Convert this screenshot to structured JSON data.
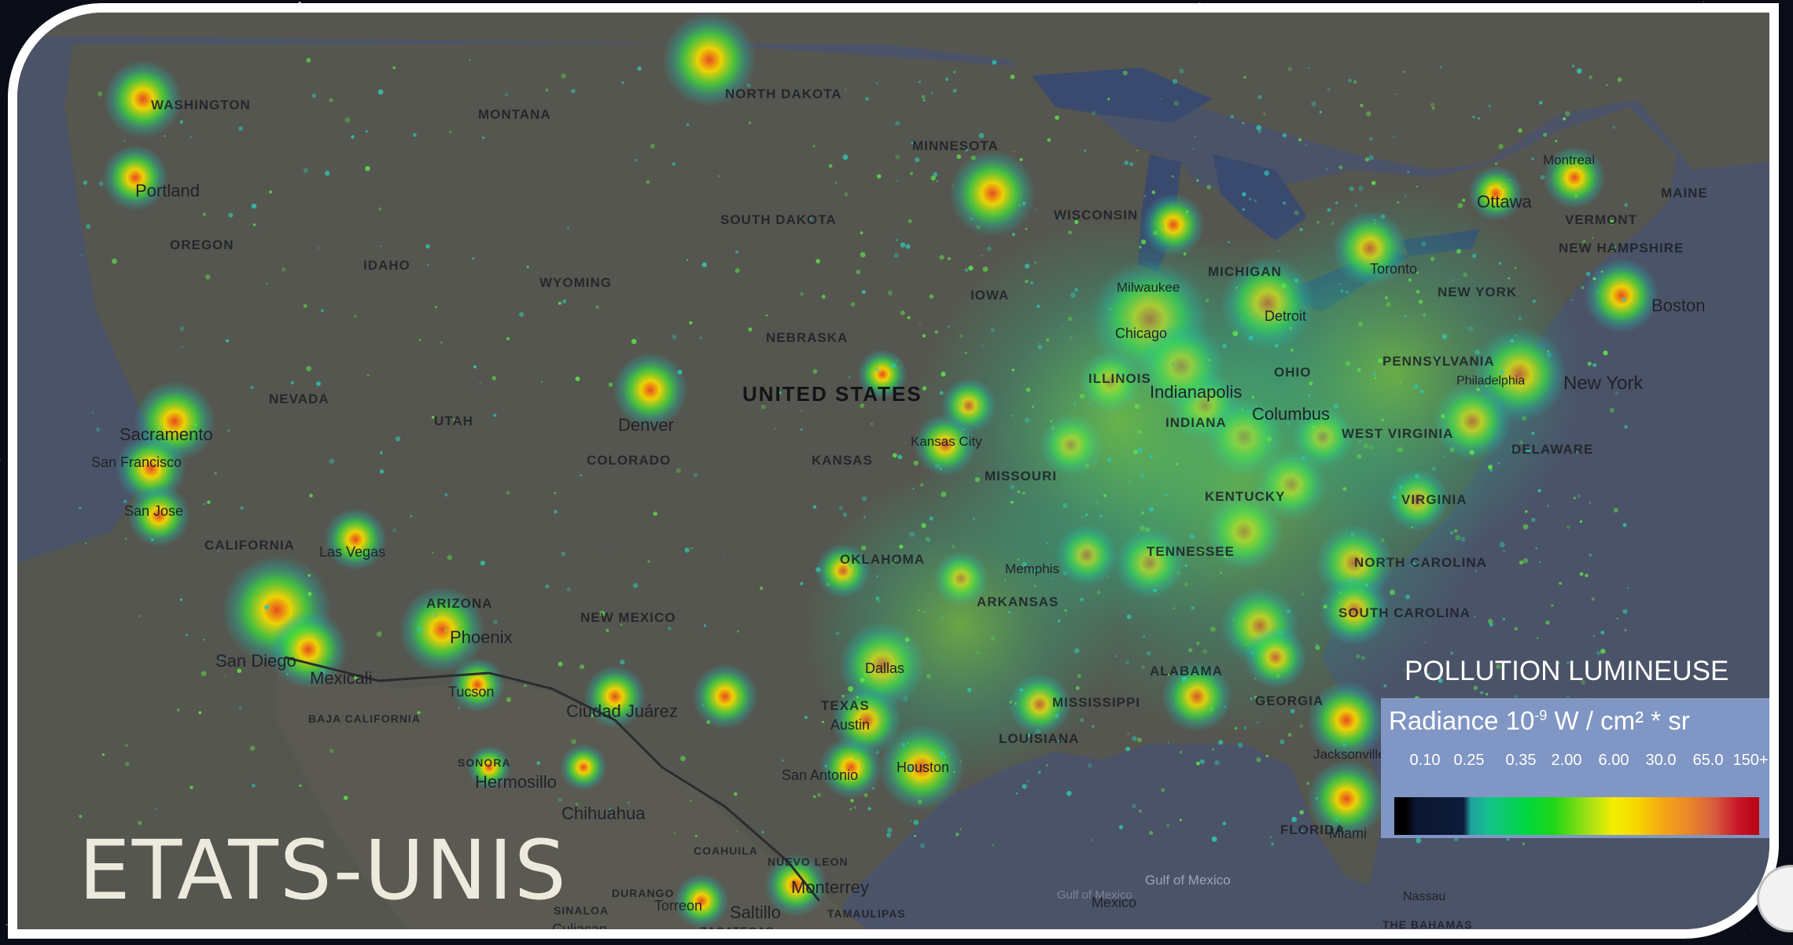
{
  "title": "ETATS-UNIS",
  "legend": {
    "title": "POLLUTION LUMINEUSE",
    "subtitle": "Radiance 10",
    "subtitle_exp": "-9",
    "subtitle_unit": " W / cm² * sr",
    "ticks": [
      "0.10",
      "0.25",
      "0.35",
      "2.00",
      "6.00",
      "30.0",
      "65.0",
      "150+"
    ],
    "colors": [
      "#000000",
      "#0c1c3a",
      "#21a0a0",
      "#00d83a",
      "#a0e014",
      "#f3ef00",
      "#f4a416",
      "#d85a40",
      "#b80010"
    ]
  },
  "map": {
    "country": "UNITED STATES",
    "states": [
      {
        "name": "WASHINGTON"
      },
      {
        "name": "MONTANA"
      },
      {
        "name": "NORTH DAKOTA"
      },
      {
        "name": "MINNESOTA"
      },
      {
        "name": "OREGON"
      },
      {
        "name": "IDAHO"
      },
      {
        "name": "SOUTH DAKOTA"
      },
      {
        "name": "WYOMING"
      },
      {
        "name": "WISCONSIN"
      },
      {
        "name": "MICHIGAN"
      },
      {
        "name": "NEW YORK"
      },
      {
        "name": "IOWA"
      },
      {
        "name": "NEBRASKA"
      },
      {
        "name": "NEVADA"
      },
      {
        "name": "UTAH"
      },
      {
        "name": "COLORADO"
      },
      {
        "name": "KANSAS"
      },
      {
        "name": "ILLINOIS"
      },
      {
        "name": "INDIANA"
      },
      {
        "name": "OHIO"
      },
      {
        "name": "MISSOURI"
      },
      {
        "name": "CALIFORNIA"
      },
      {
        "name": "ARIZONA"
      },
      {
        "name": "NEW MEXICO"
      },
      {
        "name": "OKLAHOMA"
      },
      {
        "name": "ARKANSAS"
      },
      {
        "name": "TENNESSEE"
      },
      {
        "name": "KENTUCKY"
      },
      {
        "name": "VIRGINIA"
      },
      {
        "name": "WEST VIRGINIA"
      },
      {
        "name": "NORTH CAROLINA"
      },
      {
        "name": "SOUTH CAROLINA"
      },
      {
        "name": "TEXAS"
      },
      {
        "name": "LOUISIANA"
      },
      {
        "name": "MISSISSIPPI"
      },
      {
        "name": "ALABAMA"
      },
      {
        "name": "GEORGIA"
      },
      {
        "name": "FLORIDA"
      },
      {
        "name": "MAINE"
      },
      {
        "name": "VERMONT"
      },
      {
        "name": "NEW HAMPSHIRE"
      },
      {
        "name": "PENNSYLVANIA"
      },
      {
        "name": "DELAWARE"
      },
      {
        "name": "BAJA CALIFORNIA"
      },
      {
        "name": "SONORA"
      },
      {
        "name": "COAHUILA"
      },
      {
        "name": "NUEVO LEON"
      },
      {
        "name": "DURANGO"
      },
      {
        "name": "SINALOA"
      },
      {
        "name": "TAMAULIPAS"
      },
      {
        "name": "ZACATECAS"
      }
    ],
    "cities": [
      "Portland",
      "Sacramento",
      "San Francisco",
      "San Jose",
      "Las Vegas",
      "San Diego",
      "Mexicali",
      "Phoenix",
      "Tucson",
      "Denver",
      "Ciudad Juárez",
      "Hermosillo",
      "Chihuahua",
      "Torreon",
      "Saltillo",
      "Monterrey",
      "San Antonio",
      "Austin",
      "Dallas",
      "Houston",
      "Kansas City",
      "Chicago",
      "Milwaukee",
      "Detroit",
      "Indianapolis",
      "Columbus",
      "Toronto",
      "Ottawa",
      "Montreal",
      "Boston",
      "New York",
      "Philadelphia",
      "Memphis",
      "Jacksonville",
      "Culiacan",
      "Mexico",
      "Miami",
      "Nassau"
    ],
    "water": [
      "Gulf of Mexico",
      "Gulf of Mexico"
    ],
    "islands": [
      "THE BAHAMAS"
    ]
  }
}
